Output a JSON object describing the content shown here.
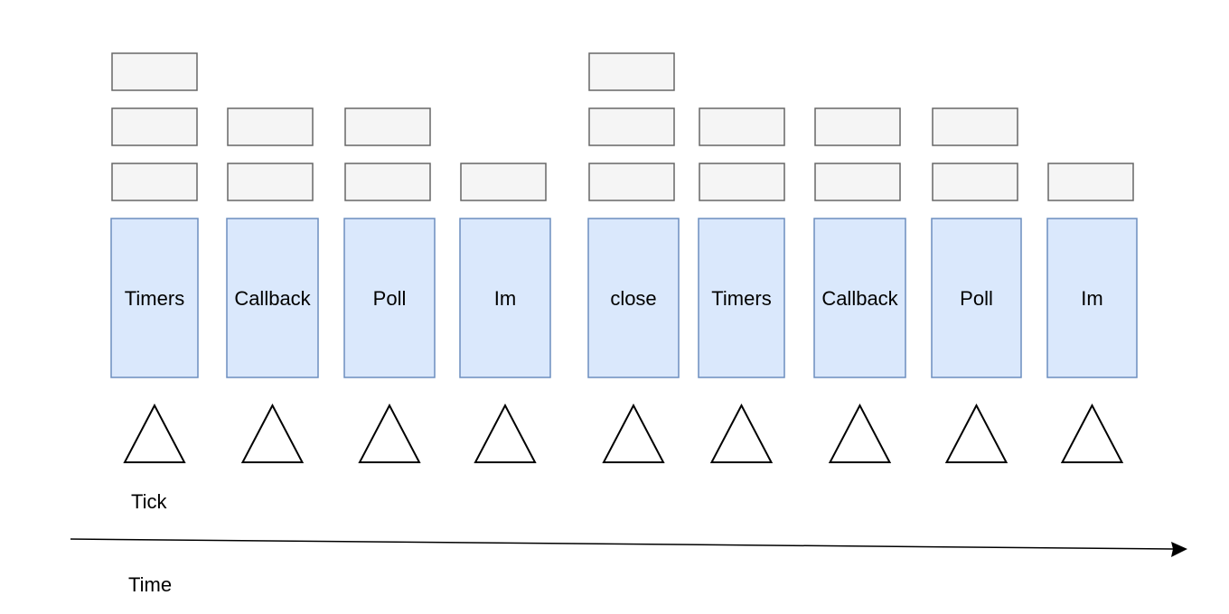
{
  "colors": {
    "phase_fill": "#dae8fc",
    "phase_stroke": "#6c8ebf",
    "queue_fill": "#f5f5f5",
    "queue_stroke": "#666666",
    "tick_stroke": "#000000",
    "axis_stroke": "#000000"
  },
  "phases": [
    {
      "label": "Timers",
      "queue_items": 3
    },
    {
      "label": "Callback",
      "queue_items": 2
    },
    {
      "label": "Poll",
      "queue_items": 2
    },
    {
      "label": "Im",
      "queue_items": 1
    },
    {
      "label": "close",
      "queue_items": 3
    },
    {
      "label": "Timers",
      "queue_items": 2
    },
    {
      "label": "Callback",
      "queue_items": 2
    },
    {
      "label": "Poll",
      "queue_items": 2
    },
    {
      "label": "Im",
      "queue_items": 1
    }
  ],
  "labels": {
    "tick": "Tick",
    "time": "Time"
  },
  "icons": {
    "tick_marker": "triangle-icon",
    "time_arrow": "arrow-right-icon"
  }
}
